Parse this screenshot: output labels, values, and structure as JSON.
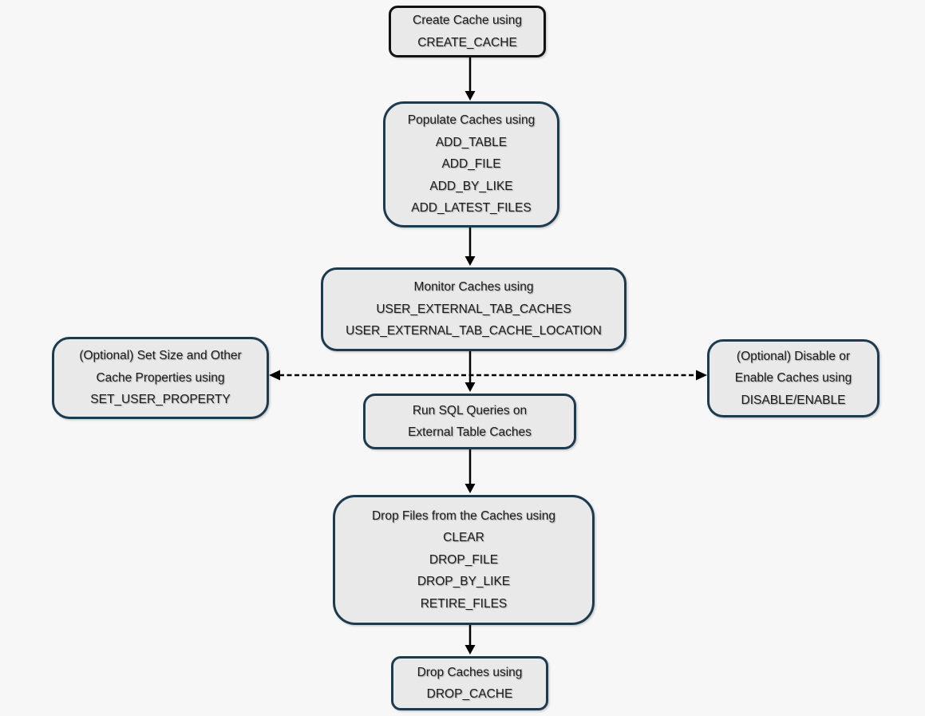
{
  "diagram": {
    "type": "flowchart",
    "topic": "External table cache lifecycle"
  },
  "colors": {
    "background": "#f7f7f7",
    "node_fill": "#e9e9e9",
    "node_border": "#1d3b4f",
    "first_node_border": "#121212",
    "arrow": "#000000",
    "text": "#1c1c1c"
  },
  "nodes": {
    "create_cache": {
      "lines": [
        "Create Cache using",
        "CREATE_CACHE"
      ]
    },
    "populate_caches": {
      "lines": [
        "Populate Caches using",
        "ADD_TABLE",
        "ADD_FILE",
        "ADD_BY_LIKE",
        "ADD_LATEST_FILES"
      ]
    },
    "monitor_caches": {
      "lines": [
        "Monitor Caches using",
        "USER_EXTERNAL_TAB_CACHES",
        "USER_EXTERNAL_TAB_CACHE_LOCATION"
      ]
    },
    "set_properties": {
      "lines": [
        "(Optional) Set Size and Other",
        "Cache Properties using",
        "SET_USER_PROPERTY"
      ]
    },
    "disable_enable": {
      "lines": [
        "(Optional) Disable or",
        "Enable Caches using",
        "DISABLE/ENABLE"
      ]
    },
    "run_sql_queries": {
      "lines": [
        "Run SQL Queries on",
        "External Table Caches"
      ]
    },
    "drop_files": {
      "lines": [
        "Drop Files from the Caches using",
        "CLEAR",
        "DROP_FILE",
        "DROP_BY_LIKE",
        "RETIRE_FILES"
      ]
    },
    "drop_caches": {
      "lines": [
        "Drop Caches using",
        "DROP_CACHE"
      ]
    }
  },
  "edges": [
    {
      "from": "create_cache",
      "to": "populate_caches",
      "style": "solid"
    },
    {
      "from": "populate_caches",
      "to": "monitor_caches",
      "style": "solid"
    },
    {
      "from": "monitor_caches",
      "to": "run_sql_queries",
      "style": "solid"
    },
    {
      "from": "monitor_caches",
      "to": "set_properties",
      "style": "dashed"
    },
    {
      "from": "monitor_caches",
      "to": "disable_enable",
      "style": "dashed"
    },
    {
      "from": "run_sql_queries",
      "to": "drop_files",
      "style": "solid"
    },
    {
      "from": "drop_files",
      "to": "drop_caches",
      "style": "solid"
    }
  ]
}
